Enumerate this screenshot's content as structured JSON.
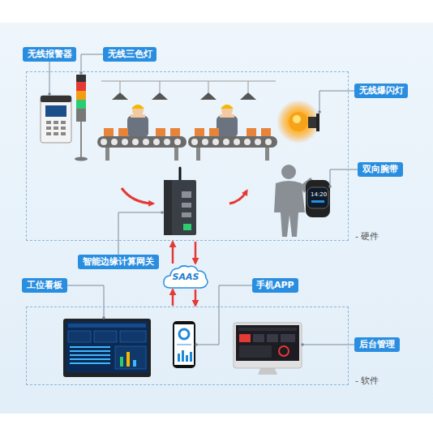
{
  "diagram": {
    "nodes": [
      {
        "text": [
          "无线报警器"
        ]
      },
      {
        "text": [
          "无线三色灯"
        ]
      },
      {
        "text": [
          "- 硬件"
        ]
      },
      {
        "text": [
          "无线爆闪灯"
        ]
      },
      {
        "text": [
          "双向腕带"
        ]
      },
      {
        "text": [
          "智能边缘计算网关"
        ]
      },
      {
        "text": [
          "SAAS"
        ]
      },
      {
        "text": [
          "工位看板"
        ]
      },
      {
        "text": [
          "手机APP"
        ]
      },
      {
        "text": [
          "- 软件"
        ]
      },
      {
        "text": [
          "后台管理"
        ]
      }
    ],
    "edges": [
      {
        "from": 6,
        "to": 2,
        "arrow": "to"
      },
      {
        "from": 2,
        "to": 6,
        "arrow": "to"
      },
      {
        "from": 9,
        "to": 6,
        "arrow": "to"
      },
      {
        "from": 6,
        "to": 9,
        "arrow": "to"
      }
    ],
    "labels": [
      "14:20"
    ]
  }
}
